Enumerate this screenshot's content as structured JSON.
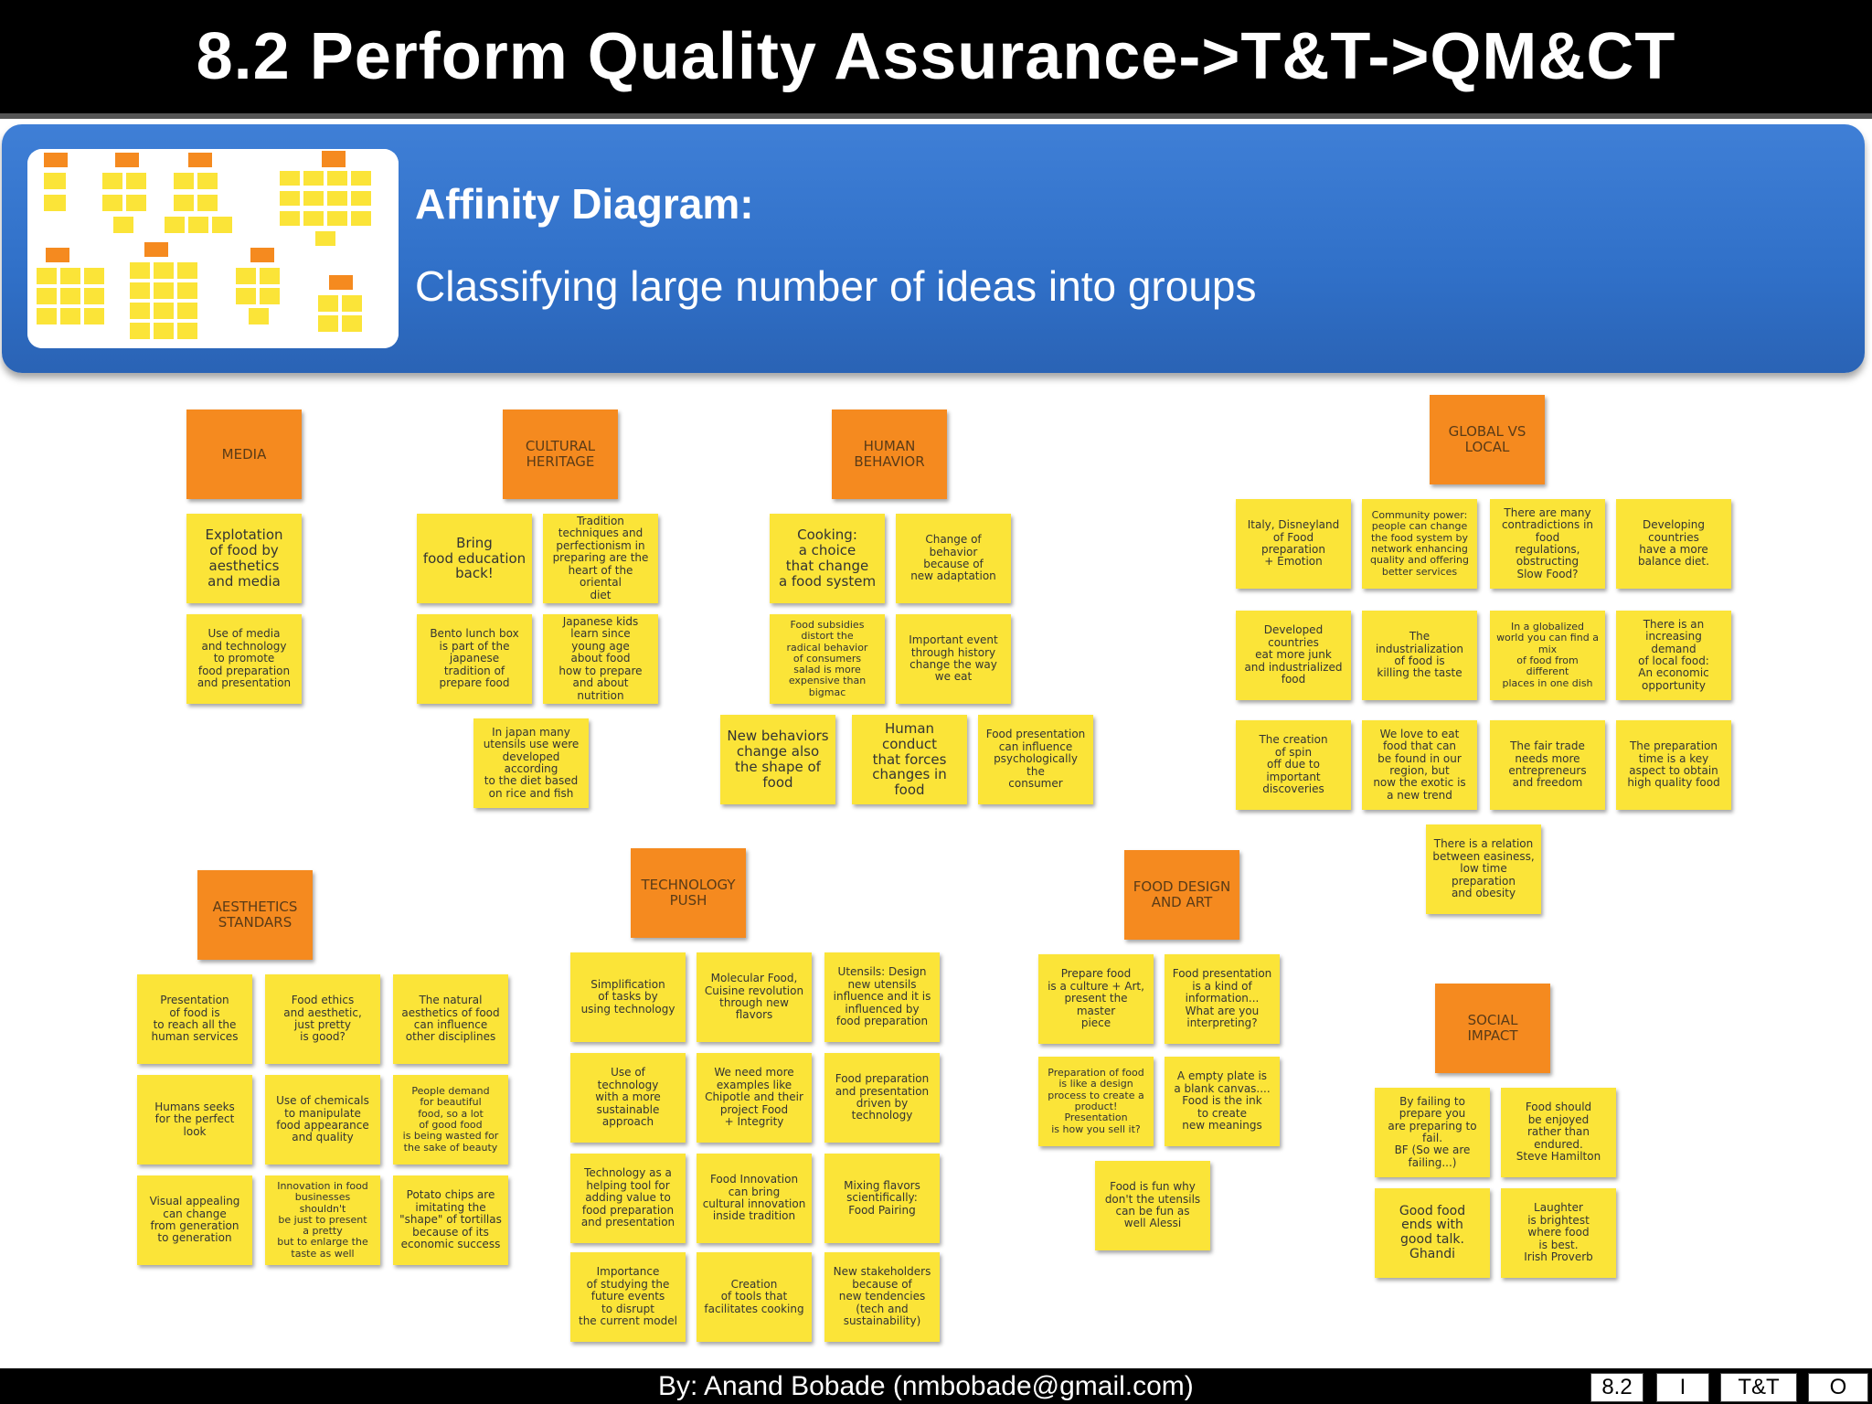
{
  "title": "8.2 Perform Quality Assurance->T&T->QM&CT",
  "header": {
    "heading": "Affinity Diagram:",
    "subheading": "Classifying large number of ideas into groups"
  },
  "groups": {
    "media": "MEDIA",
    "cultural": "CULTURAL\nHERITAGE",
    "human": "HUMAN\nBEHAVIOR",
    "global": "GLOBAL VS\nLOCAL",
    "aesthetics": "AESTHETICS\nSTANDARS",
    "tech": "TECHNOLOGY\nPUSH",
    "design": "FOOD DESIGN\nAND ART",
    "social": "SOCIAL\nIMPACT"
  },
  "notes": {
    "m1": "Explotation\nof food by\naesthetics\nand media",
    "m2": "Use of media\nand technology\nto promote\nfood preparation\nand presentation",
    "c1": "Bring\nfood education\nback!",
    "c2": "Tradition\ntechniques and\nperfectionism in\npreparing are the\nheart of the oriental\ndiet",
    "c3": "Bento lunch box\nis part of the japanese\ntradition of\nprepare food",
    "c4": "Japanese kids\nlearn since\nyoung age\nabout food\nhow to prepare\nand about\nnutrition",
    "c5": "In japan many\nutensils use were\ndeveloped according\nto the diet based\non rice and fish",
    "h1": "Cooking:\na choice\nthat change\na food system",
    "h2": "Change of\nbehavior\nbecause of\nnew adaptation",
    "h3": "Food subsidies\ndistort the\nradical behavior\nof consumers\nsalad is more\nexpensive than bigmac",
    "h4": "Important event\nthrough history\nchange the way\nwe eat",
    "h5": "New behaviors\nchange also\nthe shape of\nfood",
    "h6": "Human conduct\nthat forces\nchanges in food",
    "h7": "Food presentation\ncan influence\npsychologically the\nconsumer",
    "g1": "Italy, Disneyland\nof Food preparation\n+ Emotion",
    "g2": "Community power:\npeople can change\nthe food system by\nnetwork enhancing\nquality and offering\nbetter services",
    "g3": "There are many\ncontradictions in food\nregulations,\nobstructing\nSlow Food?",
    "g4": "Developing\ncountries\nhave a more\nbalance diet.",
    "g5": "Developed\ncountries\neat more junk\nand industrialized\nfood",
    "g6": "The industrialization\nof food is\nkilling the taste",
    "g7": "In a globalized\nworld you can find a mix\nof food from different\nplaces in one dish",
    "g8": "There is an\nincreasing demand\nof local food:\nAn economic\nopportunity",
    "g9": "The creation\nof spin\noff due to important\ndiscoveries",
    "g10": "We love to eat\nfood that can\nbe found in our\nregion, but\nnow the exotic is\na new trend",
    "g11": "The fair trade\nneeds more\nentrepreneurs\nand freedom",
    "g12": "The preparation\ntime is a key\naspect to obtain\nhigh quality food",
    "g13": "There is a relation\nbetween easiness,\nlow time preparation\nand obesity",
    "a1": "Presentation\nof food is\nto reach all the\nhuman services",
    "a2": "Food ethics\nand aesthetic,\njust pretty\nis good?",
    "a3": "The natural\naesthetics of food\ncan influence\nother disciplines",
    "a4": "Humans seeks\nfor the perfect look",
    "a5": "Use of chemicals\nto manipulate\nfood appearance\nand quality",
    "a6": "People demand\nfor beautiful\nfood, so a lot\nof good food\nis being wasted for\nthe sake of beauty",
    "a7": "Visual appealing\ncan change\nfrom generation\nto generation",
    "a8": "Innovation in food\nbusinesses shouldn't\nbe just to present\na pretty\nbut to enlarge the\ntaste as well",
    "a9": "Potato chips are\nimitating the\n\"shape\" of tortillas\nbecause of its\neconomic success",
    "t1": "Simplification\nof tasks by\nusing technology",
    "t2": "Molecular Food,\nCuisine revolution\nthrough new flavors",
    "t3": "Utensils: Design\nnew utensils\ninfluence and it is\ninfluenced by\nfood preparation",
    "t4": "Use of\ntechnology\nwith a more\nsustainable approach",
    "t5": "We need more\nexamples like\nChipotle and their\nproject Food\n+ Integrity",
    "t6": "Food preparation\nand presentation\ndriven by\ntechnology",
    "t7": "Technology as a\nhelping tool for\nadding value to\nfood preparation\nand presentation",
    "t8": "Food Innovation\ncan bring\ncultural innovation\ninside tradition",
    "t9": "Mixing flavors\nscientifically:\nFood Pairing",
    "t10": "Importance\nof studying the\nfuture events\nto disrupt\nthe current model",
    "t11": "Creation\nof tools that\nfacilitates cooking",
    "t12": "New stakeholders\nbecause of\nnew tendencies\n(tech and\nsustainability)",
    "d1": "Prepare food\nis a culture + Art,\npresent the master\npiece",
    "d2": "Food presentation\nis a kind of\ninformation...\nWhat are you\ninterpreting?",
    "d3": "Preparation of food\nis like a design\nprocess to create a\nproduct! Presentation\nis how you sell it?",
    "d4": "A empty plate is\na blank canvas....\nFood is the ink\nto create\nnew meanings",
    "d5": "Food is fun why\ndon't the utensils\ncan be fun as\nwell Alessi",
    "s1": "By failing to\nprepare you\nare preparing to fail.\nBF (So we are\nfailing...)",
    "s2": "Food should\nbe enjoyed\nrather than\nendured.\nSteve Hamilton",
    "s3": "Good food\nends with\ngood talk.\nGhandi",
    "s4": "Laughter\nis brightest\nwhere food\nis best.\nIrish Proverb"
  },
  "footer": {
    "credit": "By: Anand Bobade (nmbobade@gmail.com)",
    "tags": [
      "8.2",
      "I",
      "T&T",
      "O"
    ]
  },
  "colors": {
    "band": "#3070c8",
    "sticky_yellow": "#fbe438",
    "sticky_orange": "#f58a1f"
  }
}
